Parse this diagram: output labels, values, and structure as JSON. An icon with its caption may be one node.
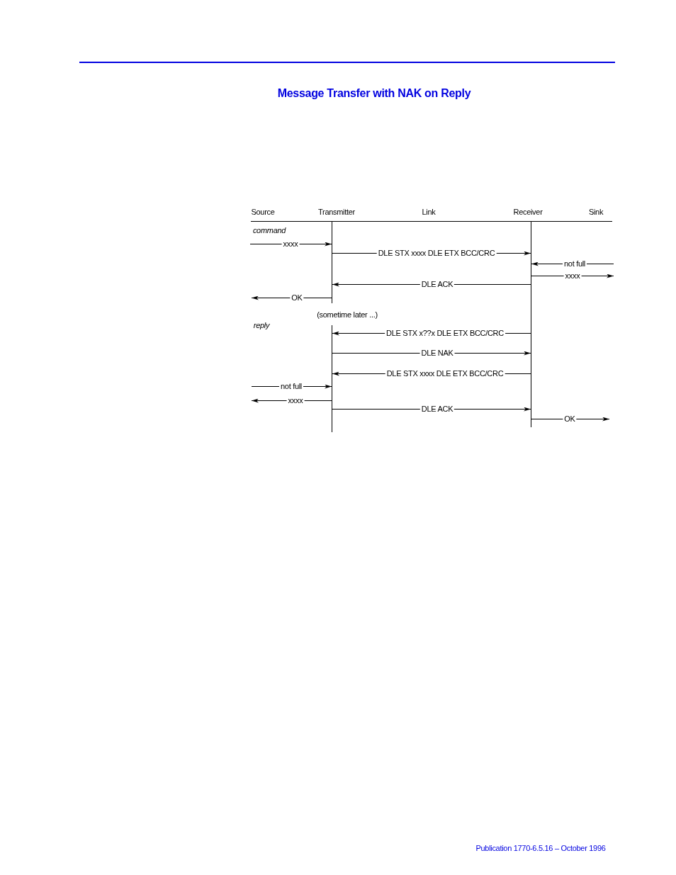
{
  "diagram": {
    "title": "Message Transfer with NAK on Reply",
    "nodes": [
      {
        "text": [],
        "shape": "bar"
      },
      {
        "text": [],
        "shape": "bar"
      },
      {
        "text": [],
        "shape": "bar"
      }
    ],
    "edges": [
      {
        "from": null,
        "to": 0,
        "arrow": "to",
        "label": "xxxx"
      },
      {
        "from": 0,
        "to": 2,
        "arrow": "to",
        "label": "DLE STX xxxx DLE ETX BCC/CRC"
      },
      {
        "from": null,
        "to": 2,
        "arrow": "to",
        "label": "not full"
      },
      {
        "from": 2,
        "to": null,
        "arrow": "to",
        "label": "xxxx"
      },
      {
        "from": 2,
        "to": 0,
        "arrow": "to",
        "label": "DLE ACK"
      },
      {
        "from": 0,
        "to": null,
        "arrow": "to",
        "label": "OK"
      },
      {
        "from": 2,
        "to": 1,
        "arrow": "to",
        "label": "DLE STX x??x DLE ETX BCC/CRC"
      },
      {
        "from": 1,
        "to": 2,
        "arrow": "to",
        "label": "DLE NAK"
      },
      {
        "from": 2,
        "to": 1,
        "arrow": "to",
        "label": "DLE STX xxxx DLE ETX BCC/CRC"
      },
      {
        "from": null,
        "to": 1,
        "arrow": "to",
        "label": "not full"
      },
      {
        "from": 1,
        "to": null,
        "arrow": "to",
        "label": "xxxx"
      },
      {
        "from": 1,
        "to": 2,
        "arrow": "to",
        "label": "DLE ACK"
      },
      {
        "from": 2,
        "to": null,
        "arrow": "to",
        "label": "OK"
      }
    ],
    "labels": [
      "Source",
      "Transmitter",
      "Link",
      "Receiver",
      "Sink",
      "command",
      "(sometime later ...)",
      "reply",
      "Publication 1770-6.5.16 – October 1996"
    ]
  }
}
